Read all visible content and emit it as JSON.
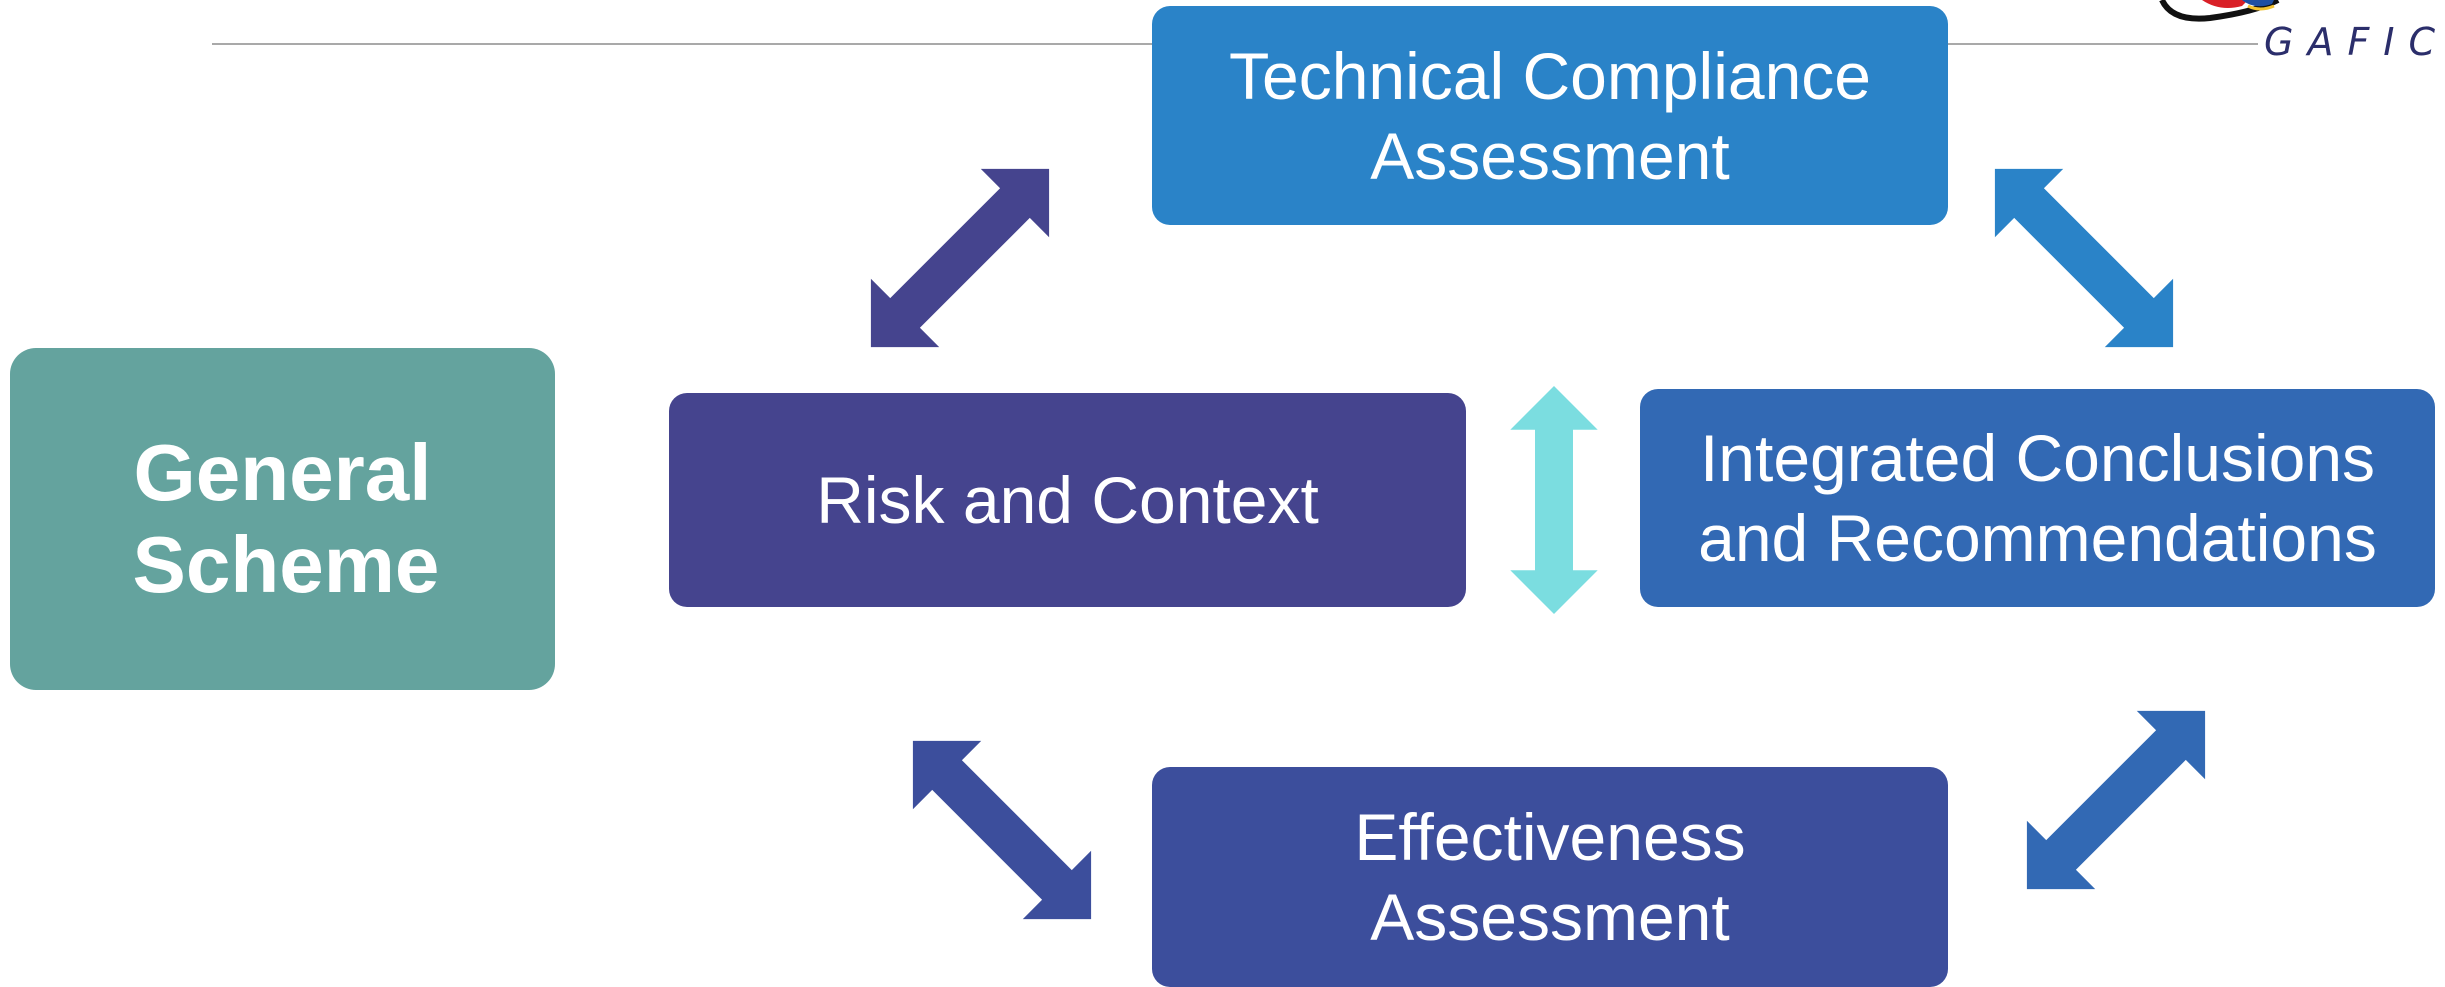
{
  "colors": {
    "general": "#64a39e",
    "technical": "#2a83c8",
    "risk": "#45448e",
    "integrated": "#3269b4",
    "effectiveness": "#3c4e9c",
    "arrow_purple": "#45448e",
    "arrow_blue": "#2a83c8",
    "arrow_cyan": "#7bdde0",
    "arrow_royal": "#3269b4",
    "arrow_navy": "#3c4e9c"
  },
  "logo": {
    "text": "GAFIC"
  },
  "nodes": {
    "general": {
      "label": "General Scheme"
    },
    "technical": {
      "label": "Technical Compliance Assessment"
    },
    "risk": {
      "label": "Risk and Context"
    },
    "integrated": {
      "label": "Integrated Conclusions and Recommendations"
    },
    "effectiveness": {
      "label": "Effectiveness Assessment"
    }
  },
  "icons": [
    "double-arrow-icon"
  ]
}
